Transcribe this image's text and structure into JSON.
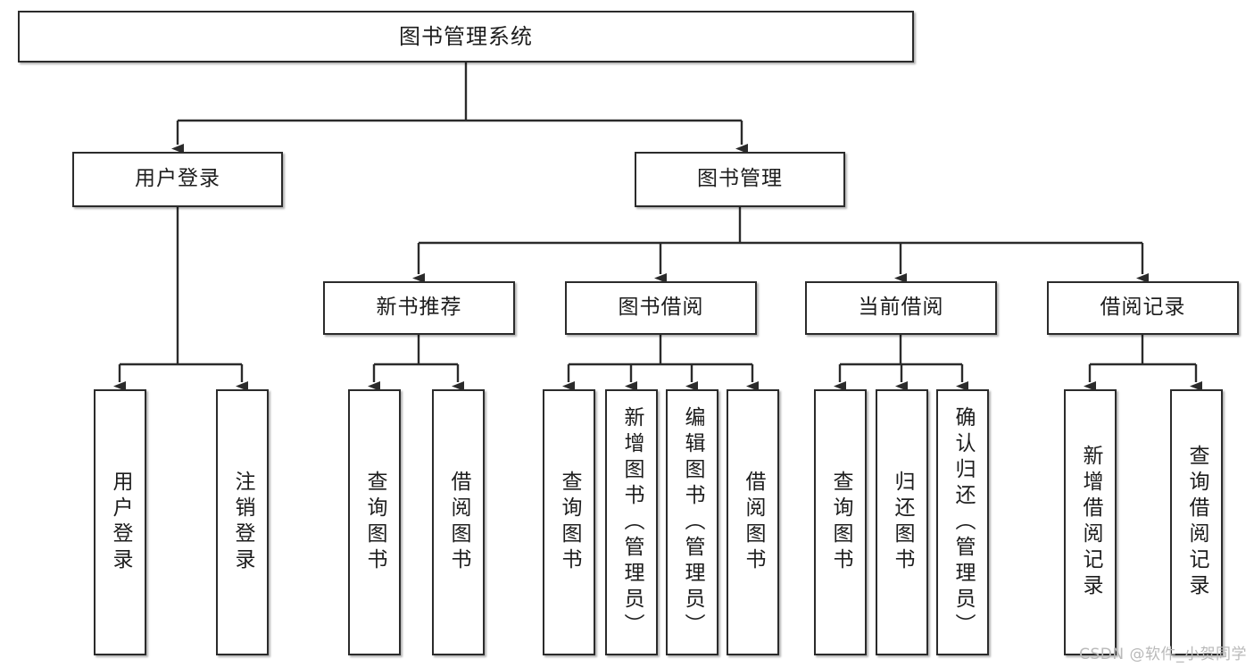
{
  "diagram": {
    "title": "图书管理系统",
    "type": "tree",
    "watermark": "CSDN @软件_小贺同学",
    "colors": {
      "box_border": "#2b2b2b",
      "box_fill": "#ffffff",
      "connector": "#2b2b2b",
      "text": "#1d1d1d",
      "watermark": "#b9b9b9",
      "background": "#ffffff"
    },
    "nodes": {
      "root": {
        "label": "图书管理系统"
      },
      "level2": [
        {
          "id": "user-login",
          "label": "用户登录"
        },
        {
          "id": "book-manage",
          "label": "图书管理"
        }
      ],
      "level3": [
        {
          "id": "new-book-recommend",
          "label": "新书推荐"
        },
        {
          "id": "book-borrow",
          "label": "图书借阅"
        },
        {
          "id": "current-borrow",
          "label": "当前借阅"
        },
        {
          "id": "borrow-record",
          "label": "借阅记录"
        }
      ],
      "leaves": {
        "user-login": [
          {
            "id": "leaf-user-login",
            "label": "用户登录"
          },
          {
            "id": "leaf-user-logout",
            "label": "注销登录"
          }
        ],
        "new-book-recommend": [
          {
            "id": "leaf-query-book-1",
            "label": "查询图书"
          },
          {
            "id": "leaf-borrow-book-1",
            "label": "借阅图书"
          }
        ],
        "book-borrow": [
          {
            "id": "leaf-query-book-2",
            "label": "查询图书"
          },
          {
            "id": "leaf-add-book",
            "label": "新增图书（管理员）"
          },
          {
            "id": "leaf-edit-book",
            "label": "编辑图书（管理员）"
          },
          {
            "id": "leaf-borrow-book-2",
            "label": "借阅图书"
          }
        ],
        "current-borrow": [
          {
            "id": "leaf-query-book-3",
            "label": "查询图书"
          },
          {
            "id": "leaf-return-book",
            "label": "归还图书"
          },
          {
            "id": "leaf-confirm-return",
            "label": "确认归还（管理员）"
          }
        ],
        "borrow-record": [
          {
            "id": "leaf-add-borrow-record",
            "label": "新增借阅记录"
          },
          {
            "id": "leaf-query-borrow-record",
            "label": "查询借阅记录"
          }
        ]
      }
    }
  }
}
